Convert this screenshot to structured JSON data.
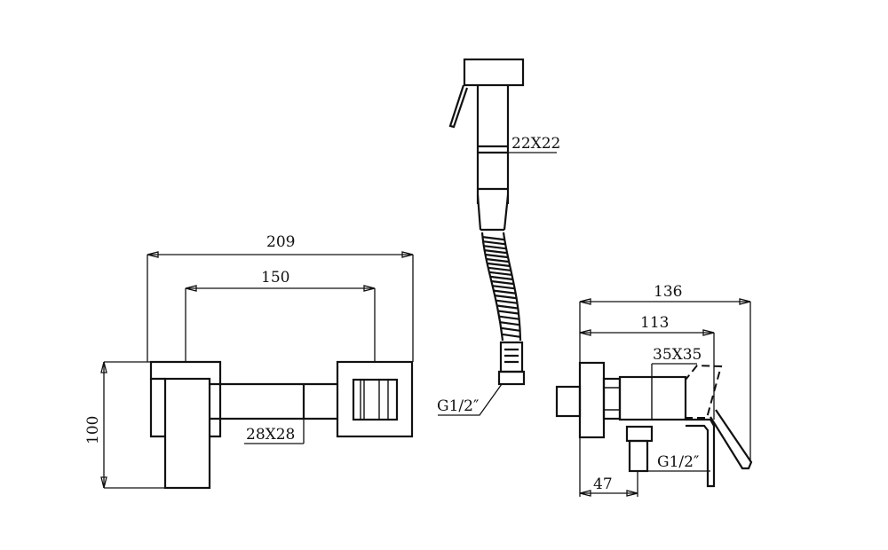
{
  "dimensions": {
    "front_width_total": "209",
    "front_width_centers": "150",
    "front_height": "100",
    "front_bar_section": "28X28",
    "sprayer_section": "22X22",
    "hose_thread": "G1/2″",
    "side_depth_total": "136",
    "side_depth_body": "113",
    "side_body_section": "35X35",
    "side_outlet_thread": "G1/2″",
    "side_outlet_offset": "47"
  }
}
